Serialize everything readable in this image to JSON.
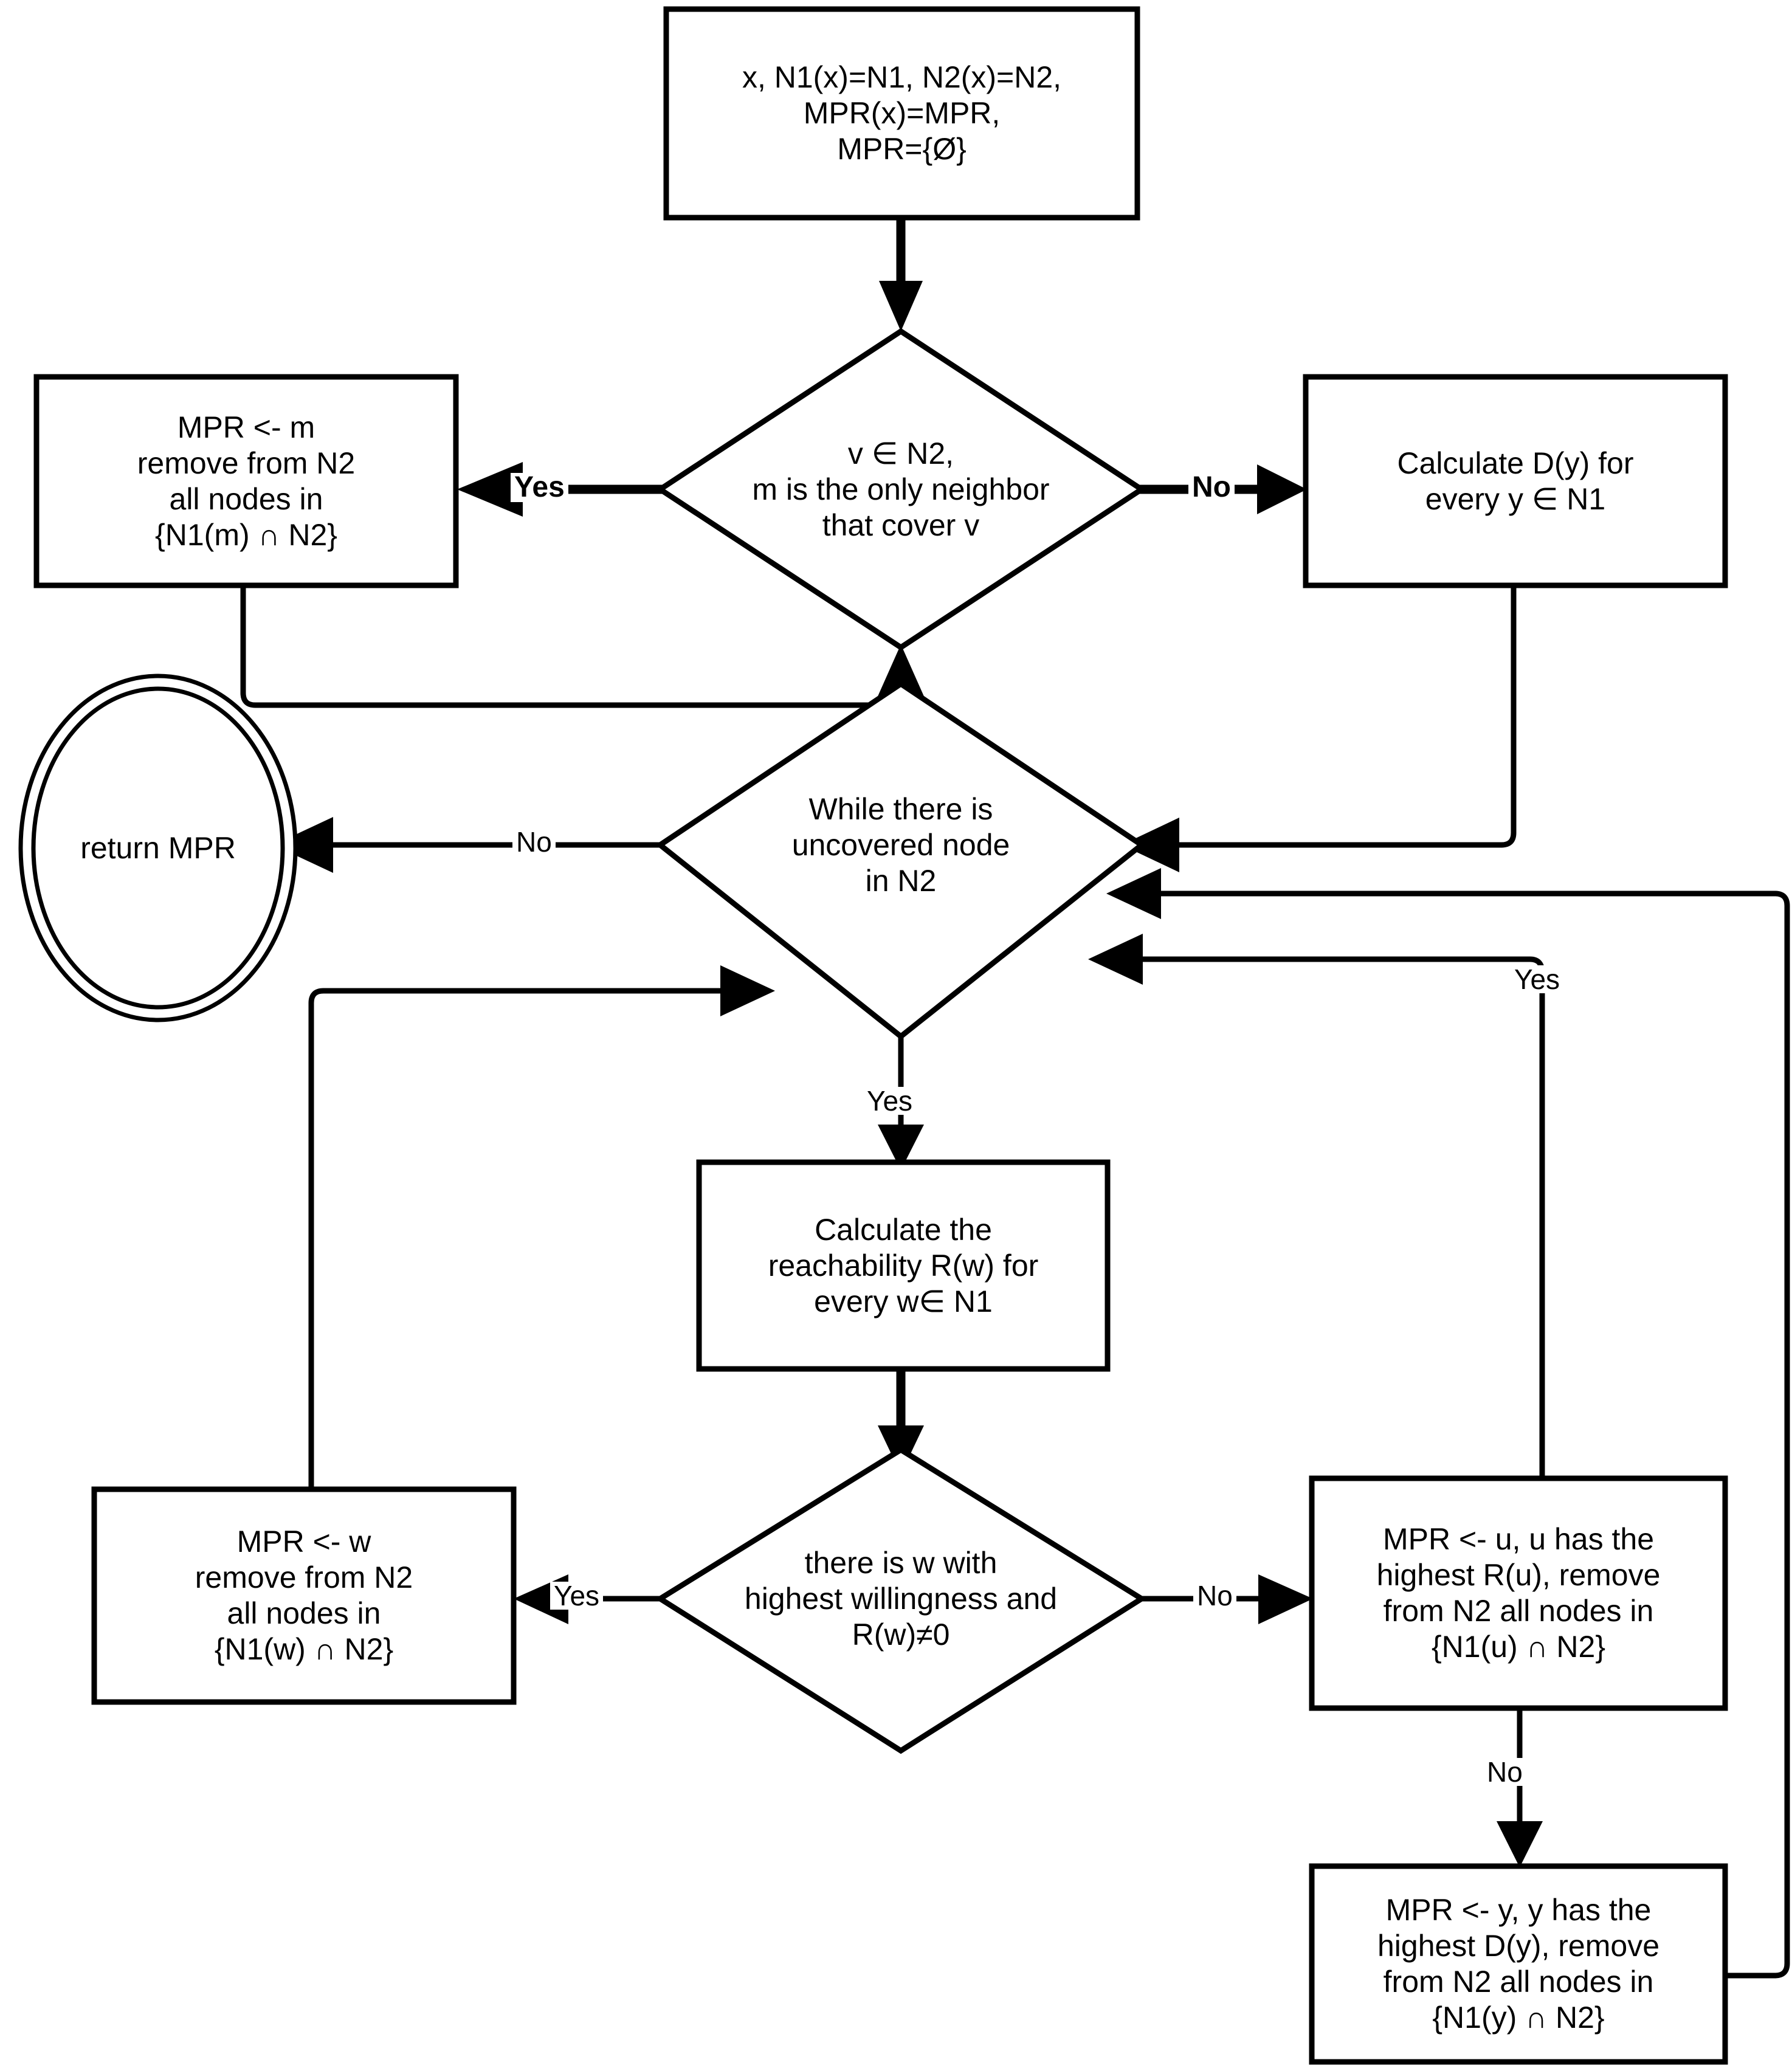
{
  "diagram": {
    "title": "MPR selection algorithm flowchart",
    "colors": {
      "stroke": "#000000",
      "fill": "#ffffff",
      "text": "#000000"
    },
    "nodes": {
      "start": {
        "shape": "process",
        "text": "x, N1(x)=N1, N2(x)=N2,\nMPR(x)=MPR,\nMPR={Ø}"
      },
      "decision_only_neighbor": {
        "shape": "decision",
        "text": "v ∈ N2,\nm is the only neighbor\nthat cover v"
      },
      "mpr_m": {
        "shape": "process",
        "text": "MPR <- m\nremove from N2\nall nodes in\n{N1(m) ∩ N2}"
      },
      "calculate_d": {
        "shape": "process",
        "text": "Calculate D(y) for\nevery y ∈ N1"
      },
      "return_mpr": {
        "shape": "terminator-double-circle",
        "text": "return MPR"
      },
      "decision_while_uncovered": {
        "shape": "decision",
        "text": "While there is\nuncovered node\nin N2"
      },
      "calculate_r": {
        "shape": "process",
        "text": "Calculate the\nreachability R(w) for\nevery w∈ N1"
      },
      "decision_willingness": {
        "shape": "decision",
        "text": "there is w with\nhighest willingness and\nR(w)≠0"
      },
      "mpr_w": {
        "shape": "process",
        "text": "MPR <- w\nremove from N2\nall nodes in\n{N1(w) ∩ N2}"
      },
      "mpr_u": {
        "shape": "process",
        "text": "MPR <- u, u has the\nhighest R(u), remove\nfrom N2 all nodes in\n{N1(u) ∩ N2}"
      },
      "mpr_y": {
        "shape": "process",
        "text": "MPR <- y, y has the\nhighest D(y), remove\nfrom N2 all nodes in\n{N1(y) ∩ N2}"
      }
    },
    "edge_labels": {
      "only_neighbor_yes": "Yes",
      "only_neighbor_no": "No",
      "while_no": "No",
      "while_yes": "Yes",
      "loop_back_yes": "Yes",
      "willingness_yes": "Yes",
      "willingness_no": "No",
      "mpr_u_no": "No"
    }
  }
}
